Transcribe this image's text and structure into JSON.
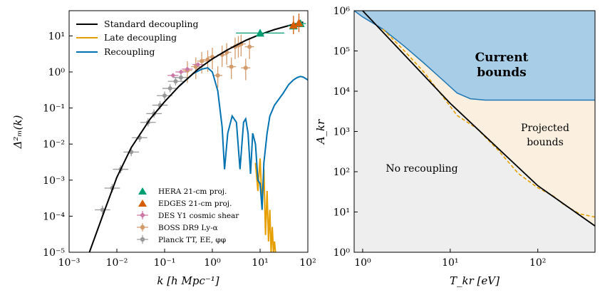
{
  "left_panel": {
    "legend_lines": [
      {
        "label": "Standard decoupling",
        "color": "#000000"
      },
      {
        "label": "Late decoupling",
        "color": "#e69f00"
      },
      {
        "label": "Recoupling",
        "color": "#0072b2"
      }
    ],
    "legend_markers": [
      {
        "label": "HERA 21-cm proj.",
        "color": "#009e73",
        "marker": "triangle"
      },
      {
        "label": "EDGES 21-cm proj.",
        "color": "#d55e00",
        "marker": "triangle"
      },
      {
        "label": "DES Y1 cosmic shear",
        "color": "#cc79a7",
        "marker": "diamond"
      },
      {
        "label": "BOSS DR9 Ly-α",
        "color": "#d39a6a",
        "marker": "circle"
      },
      {
        "label": "Planck TT, EE, φφ",
        "color": "#999999",
        "marker": "circle"
      }
    ],
    "xlabel": "k [h Mpc⁻¹]",
    "ylabel": "Δ²ₘ(k)",
    "x_tick_labels": [
      "10⁻³",
      "10⁻²",
      "10⁻¹",
      "10⁰",
      "10¹",
      "10²"
    ],
    "y_tick_labels": [
      "10⁻⁵",
      "10⁻⁴",
      "10⁻³",
      "10⁻²",
      "10⁻¹",
      "10⁰",
      "10¹"
    ]
  },
  "right_panel": {
    "xlabel": "T_kr [eV]",
    "ylabel": "A_kr",
    "x_tick_labels": [
      "10⁰",
      "10¹",
      "10²"
    ],
    "y_tick_labels": [
      "10⁰",
      "10¹",
      "10²",
      "10³",
      "10⁴",
      "10⁵",
      "10⁶"
    ],
    "annotations": {
      "current_line1": "Current",
      "current_line2": "bounds",
      "projected_line1": "Projected",
      "projected_line2": "bounds",
      "no_recoupling": "No recoupling"
    },
    "colors": {
      "current": "#a8cde6",
      "projected": "#fbf0e0",
      "no_recoupling": "#eeeeee",
      "boundary": "#1f77b4",
      "dashed": "#e69f00"
    }
  },
  "chart_data": [
    {
      "type": "line",
      "xlabel": "k [h Mpc⁻¹]",
      "ylabel": "Δ²ₘ(k)",
      "x_scale": "log",
      "y_scale": "log",
      "xlim": [
        0.001,
        100
      ],
      "ylim": [
        1e-05,
        50
      ],
      "legend_position": "top-left / bottom-center",
      "series": [
        {
          "name": "Standard decoupling",
          "x": [
            0.0025,
            0.005,
            0.01,
            0.02,
            0.05,
            0.1,
            0.2,
            0.5,
            1,
            2,
            5,
            10,
            20,
            50,
            80
          ],
          "y": [
            8e-06,
            0.0001,
            0.0012,
            0.008,
            0.05,
            0.15,
            0.4,
            1.2,
            2.3,
            4,
            7.5,
            11,
            15,
            21,
            24
          ]
        },
        {
          "name": "Late decoupling",
          "x": [
            8,
            9,
            10,
            11,
            12,
            13,
            14,
            15,
            16,
            17,
            18,
            19,
            20,
            21
          ],
          "y": [
            0.003,
            0.0005,
            0.004,
            0.0002,
            0.002,
            3e-05,
            0.0005,
            2e-05,
            0.00015,
            1e-05,
            5e-05,
            1e-05,
            2e-05,
            1e-05
          ]
        },
        {
          "name": "Recoupling",
          "x": [
            0.2,
            0.4,
            0.6,
            0.8,
            1.0,
            1.3,
            1.6,
            1.8,
            2.1,
            2.6,
            3.2,
            3.8,
            4.5,
            5,
            5.6,
            6.3,
            7,
            8,
            9,
            10,
            11,
            12,
            14,
            16,
            20,
            25,
            30,
            40,
            50,
            60,
            70,
            80,
            100
          ],
          "y": [
            0.4,
            0.9,
            1.2,
            1.3,
            1.0,
            0.3,
            0.03,
            0.002,
            0.02,
            0.06,
            0.04,
            0.002,
            0.04,
            0.05,
            0.02,
            0.0015,
            0.02,
            0.01,
            0.001,
            0.0008,
            0.00015,
            0.003,
            0.02,
            0.06,
            0.12,
            0.18,
            0.25,
            0.45,
            0.6,
            0.7,
            0.75,
            0.72,
            0.6
          ]
        },
        {
          "name": "HERA 21-cm proj.",
          "x": [
            10,
            50,
            70
          ],
          "y": [
            12,
            19,
            22
          ]
        },
        {
          "name": "EDGES 21-cm proj.",
          "x": [
            50,
            65
          ],
          "y": [
            20,
            23
          ]
        },
        {
          "name": "DES Y1 cosmic shear",
          "x": [
            0.15,
            0.22,
            0.3,
            0.5
          ],
          "y": [
            0.8,
            1.0,
            1.2,
            1.6
          ]
        },
        {
          "name": "BOSS DR9 Ly-α",
          "x": [
            0.3,
            0.45,
            0.6,
            0.8,
            1,
            1.3,
            1.6,
            2,
            2.5,
            3,
            3.5,
            4,
            5,
            6
          ],
          "y": [
            1.1,
            1.4,
            2,
            2.2,
            2.6,
            0.8,
            3,
            3.5,
            1.4,
            5,
            5.5,
            6,
            1.3,
            5
          ]
        },
        {
          "name": "Planck TT, EE, φφ",
          "x": [
            0.005,
            0.008,
            0.012,
            0.02,
            0.03,
            0.045,
            0.06,
            0.08,
            0.1,
            0.13,
            0.17,
            0.22
          ],
          "y": [
            0.00015,
            0.0006,
            0.002,
            0.006,
            0.015,
            0.04,
            0.07,
            0.12,
            0.22,
            0.35,
            0.55,
            0.7
          ]
        }
      ]
    },
    {
      "type": "area",
      "xlabel": "T_kr [eV]",
      "ylabel": "A_kr",
      "x_scale": "log",
      "y_scale": "log",
      "xlim": [
        0.8,
        450
      ],
      "ylim": [
        1,
        1000000
      ],
      "series": [
        {
          "name": "Current bounds",
          "x": [
            0.8,
            1,
            1.7,
            3,
            5,
            8,
            12,
            17,
            25,
            40,
            450
          ],
          "y": [
            1000000,
            700000,
            350000,
            130000,
            50000,
            20000,
            9000,
            6500,
            6000,
            6000,
            6000
          ]
        },
        {
          "name": "Projected bounds",
          "x": [
            1,
            10,
            100,
            450
          ],
          "y": [
            1000000,
            5000,
            45,
            4.5
          ]
        },
        {
          "name": "Dashed projection",
          "x": [
            1.7,
            3,
            5,
            8,
            12,
            20,
            35,
            60,
            100,
            150,
            200,
            300,
            450
          ],
          "y": [
            350000,
            100000,
            30000,
            8000,
            2500,
            1200,
            350,
            90,
            40,
            25,
            15,
            9,
            7.5
          ]
        }
      ]
    }
  ]
}
